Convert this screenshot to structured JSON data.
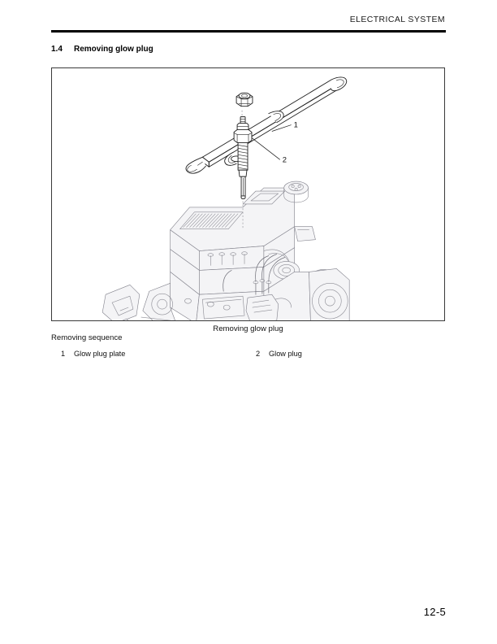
{
  "header": {
    "title": "ELECTRICAL SYSTEM"
  },
  "section": {
    "number": "1.4",
    "title": "Removing glow plug"
  },
  "figure": {
    "caption": "Removing glow plug",
    "callouts": [
      {
        "id": "1",
        "label": "1"
      },
      {
        "id": "2",
        "label": "2"
      }
    ]
  },
  "sequence": {
    "label": "Removing sequence",
    "items": [
      {
        "number": "1",
        "name": "Glow plug plate"
      },
      {
        "number": "2",
        "name": "Glow plug"
      }
    ]
  },
  "footer": {
    "page_number": "12-5"
  },
  "colors": {
    "text": "#111111",
    "rule": "#000000",
    "box_border": "#3a3a3a",
    "line_art": "#1e1e1e",
    "engine_line": "#8d8d95"
  }
}
